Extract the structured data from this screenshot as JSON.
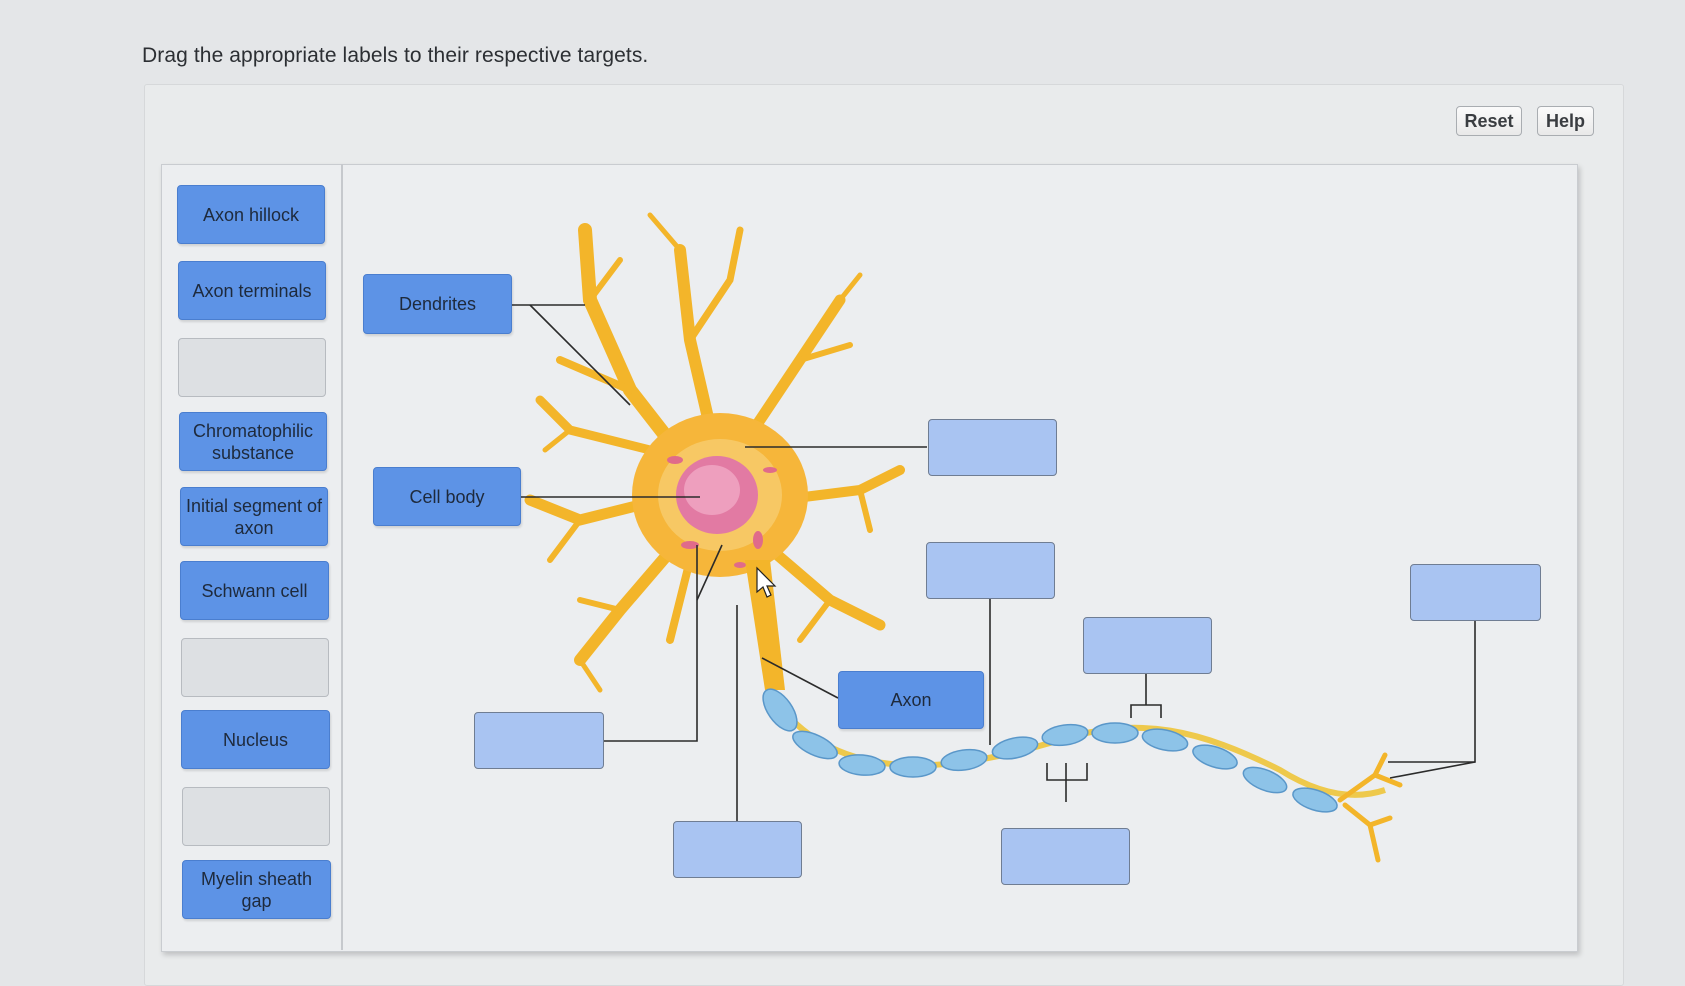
{
  "instruction": "Drag the appropriate labels to their respective targets.",
  "toolbar": {
    "reset_label": "Reset",
    "help_label": "Help"
  },
  "label_bank": [
    "Axon hillock",
    "Axon terminals",
    "",
    "Chromatophilic substance",
    "Initial segment of axon",
    "Schwann cell",
    "",
    "Nucleus",
    "",
    "Myelin sheath gap"
  ],
  "placed_labels": {
    "dendrites": "Dendrites",
    "cell_body": "Cell body",
    "axon": "Axon"
  },
  "colors": {
    "label_fill": "#5d93e6",
    "target_fill": "#a9c4f2",
    "dendrite_yellow": "#f3b52a",
    "nucleus_pink": "#e27aa3",
    "myelin_blue": "#8dc3e8"
  }
}
